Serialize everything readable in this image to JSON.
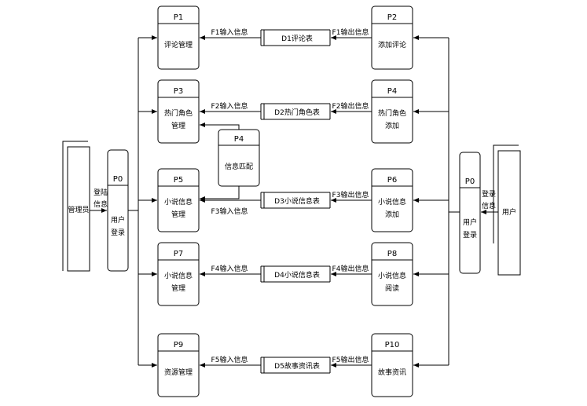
{
  "colors": {
    "stroke": "#000000",
    "background": "#ffffff"
  },
  "entities": {
    "admin": {
      "label": "管理员",
      "flow": [
        "登陆",
        "信息"
      ]
    },
    "user": {
      "label": "用户",
      "flow": [
        "登录",
        "信息"
      ]
    }
  },
  "login_processes": {
    "left": {
      "id": "P0",
      "lines": [
        "用户",
        "登录"
      ]
    },
    "right": {
      "id": "P0",
      "lines": [
        "用户",
        "登录"
      ]
    }
  },
  "rows": [
    {
      "left": {
        "id": "P1",
        "lines": [
          "评论管理"
        ]
      },
      "store": "D1评论表",
      "in_flow": "F1输入信息",
      "out_flow": "F1输出信息",
      "right": {
        "id": "P2",
        "lines": [
          "添加评论"
        ]
      }
    },
    {
      "left": {
        "id": "P3",
        "lines": [
          "热门角色",
          "管理"
        ]
      },
      "store": "D2热门角色表",
      "in_flow": "F2输入信息",
      "out_flow": "F2输出信息",
      "right": {
        "id": "P4",
        "lines": [
          "热门角色",
          "添加"
        ]
      }
    },
    {
      "left": {
        "id": "P5",
        "lines": [
          "小说信息",
          "管理"
        ]
      },
      "store": "D3小说信息表",
      "in_flow": "F3输入信息",
      "out_flow": "F3输出信息",
      "right": {
        "id": "P6",
        "lines": [
          "小说信息",
          "添加"
        ]
      }
    },
    {
      "left": {
        "id": "P7",
        "lines": [
          "小说信息",
          "管理"
        ]
      },
      "store": "D4小说信息表",
      "in_flow": "F4输入信息",
      "out_flow": "F4输出信息",
      "right": {
        "id": "P8",
        "lines": [
          "小说信息",
          "阅读"
        ]
      }
    },
    {
      "left": {
        "id": "P9",
        "lines": [
          "资源管理"
        ]
      },
      "store": "D5故事资讯表",
      "in_flow": "F5输入信息",
      "out_flow": "F5输出信息",
      "right": {
        "id": "P10",
        "lines": [
          "故事资讯"
        ]
      }
    }
  ],
  "match_process": {
    "id": "P4",
    "lines": [
      "信息匹配"
    ]
  }
}
